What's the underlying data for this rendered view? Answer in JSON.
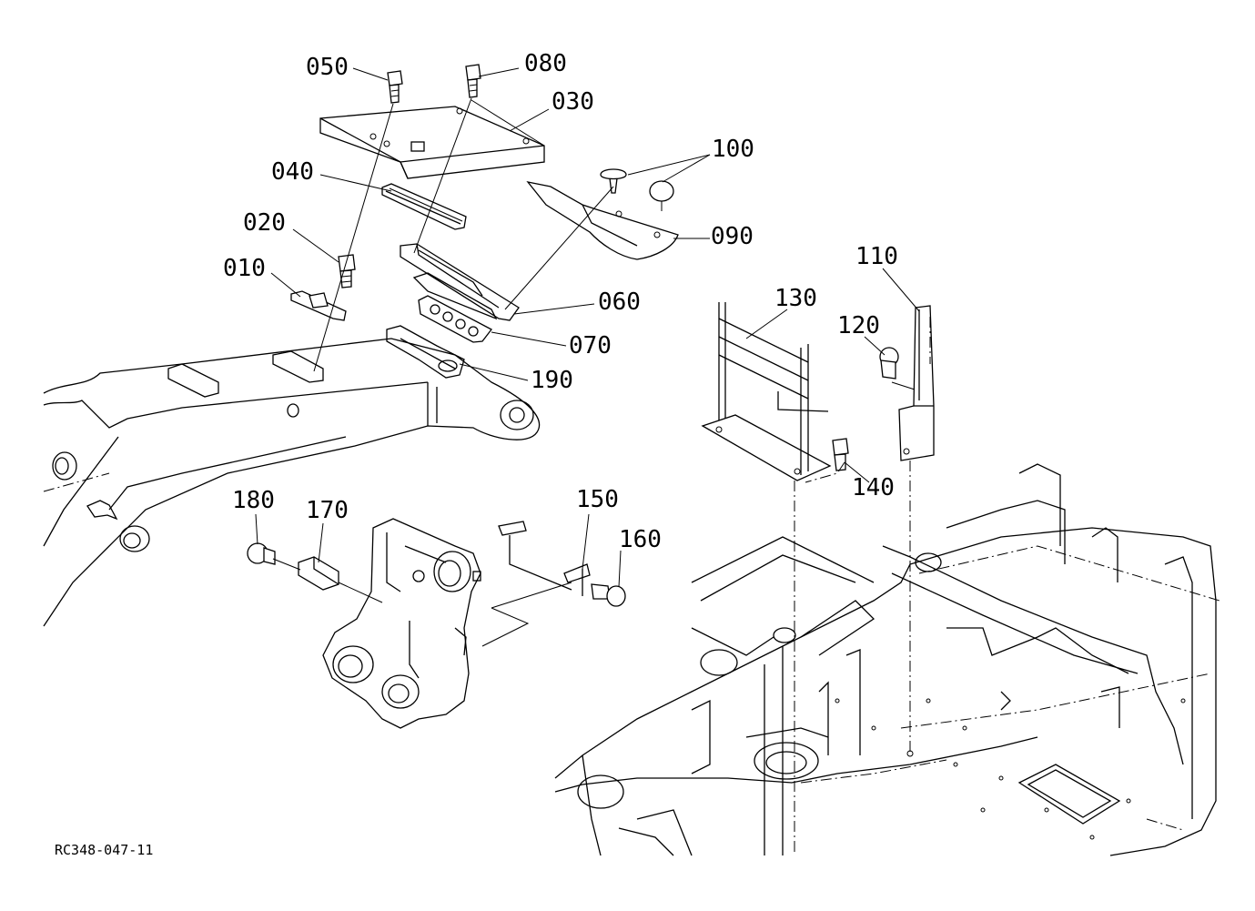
{
  "diagram": {
    "reference_code": "RC348-047-11",
    "part_labels": {
      "p010": "010",
      "p020": "020",
      "p030": "030",
      "p040": "040",
      "p050": "050",
      "p060": "060",
      "p070": "070",
      "p080": "080",
      "p090": "090",
      "p100": "100",
      "p110": "110",
      "p120": "120",
      "p130": "130",
      "p140": "140",
      "p150": "150",
      "p160": "160",
      "p170": "170",
      "p180": "180",
      "p190": "190"
    }
  }
}
